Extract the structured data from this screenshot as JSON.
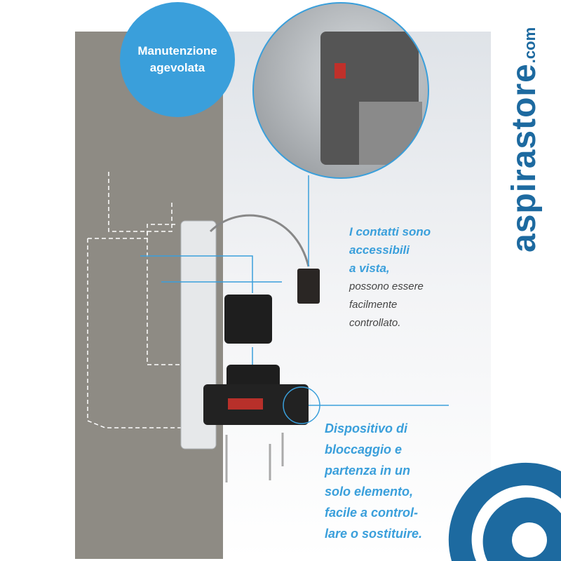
{
  "badge": {
    "line1": "Manutenzione",
    "line2": "agevolata"
  },
  "contacts_note": {
    "highlight": [
      "I contatti sono",
      "accessibili",
      "a vista,"
    ],
    "body": [
      "possono essere",
      "facilmente",
      "controllato."
    ]
  },
  "device_note": {
    "lines": [
      "Dispositivo di",
      "bloccaggio e",
      "partenza in un",
      "solo elemento,",
      "facile a control-",
      "lare o sostituire."
    ]
  },
  "brand": {
    "name": "aspirastore",
    "tld": ".com"
  },
  "colors": {
    "accent": "#3a9fdb",
    "brand": "#1d6aa0",
    "wall": "#8e8b84"
  }
}
